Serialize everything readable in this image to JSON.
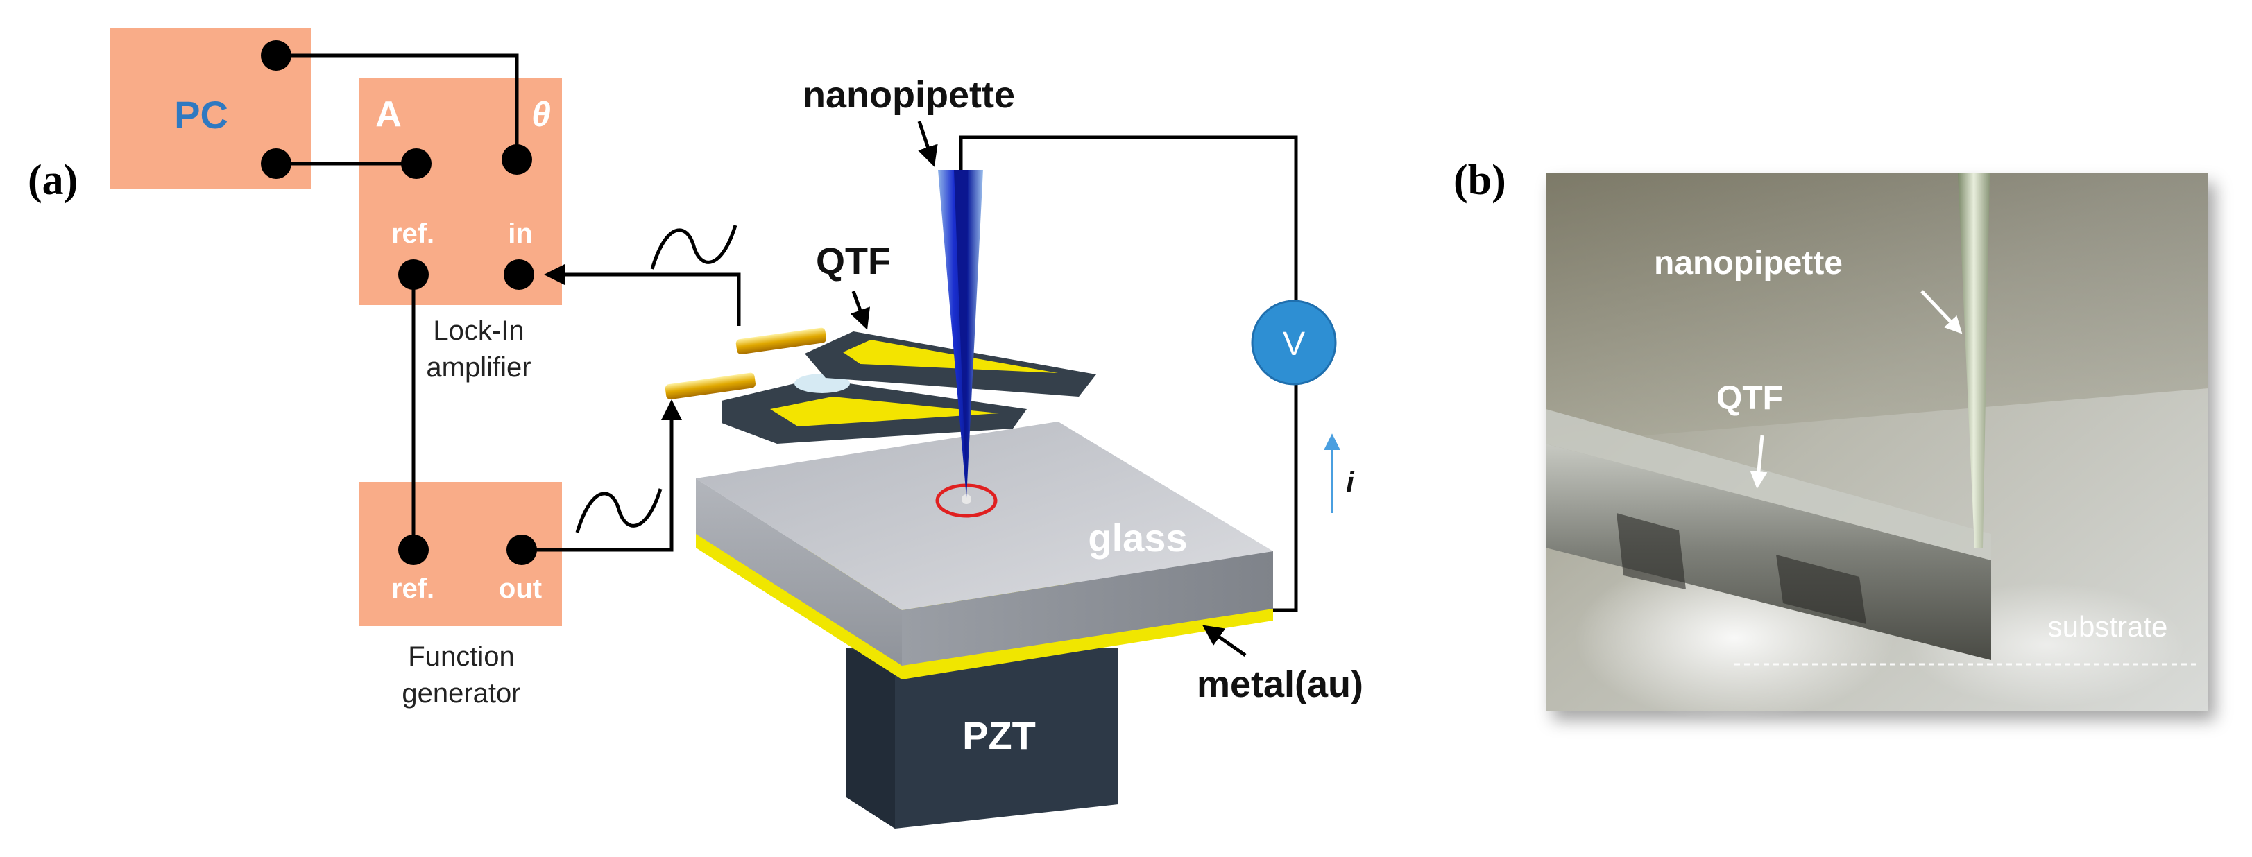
{
  "panels": {
    "a_label": "(a)",
    "b_label": "(b)"
  },
  "pc": {
    "label": "PC"
  },
  "lockin": {
    "a_label": "A",
    "theta_label": "θ",
    "ref_label": "ref.",
    "in_label": "in",
    "caption_line1": "Lock-In",
    "caption_line2": "amplifier"
  },
  "function_generator": {
    "ref_label": "ref.",
    "out_label": "out",
    "caption_line1": "Function",
    "caption_line2": "generator"
  },
  "labels": {
    "nanopipette": "nanopipette",
    "qtf": "QTF",
    "glass": "glass",
    "pzt": "PZT",
    "metal": "metal(au)",
    "voltmeter": "V",
    "current": "i"
  },
  "photo": {
    "nanopipette": "nanopipette",
    "qtf": "QTF",
    "substrate": "substrate"
  },
  "colors": {
    "box_fill": "#f9ac88",
    "pc_text": "#2f79c1",
    "dot": "#000000",
    "voltmeter": "#2e8fd3",
    "gold": "#f0e600",
    "glass_top": "#c9cbd0",
    "pzt": "#2d3947",
    "pipette": "#2030c8"
  }
}
